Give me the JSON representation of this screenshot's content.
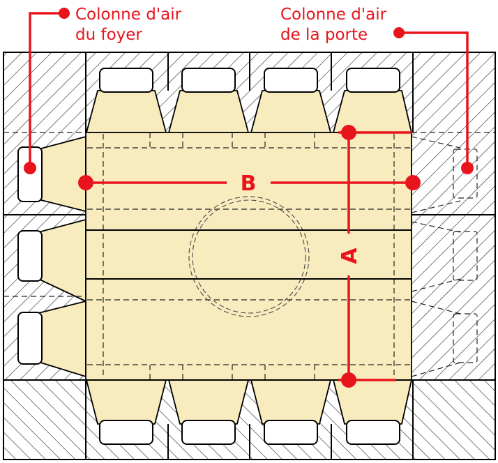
{
  "labels": {
    "hearth_line1": "Colonne d'air",
    "hearth_line2": "du foyer",
    "door_line1": "Colonne d'air",
    "door_line2": "de la porte"
  },
  "dimensions": {
    "a": "A",
    "b": "B"
  },
  "colors": {
    "annotation": "#e8141c",
    "fill": "#f8ecbe",
    "outline": "#000000",
    "background": "#ffffff"
  }
}
